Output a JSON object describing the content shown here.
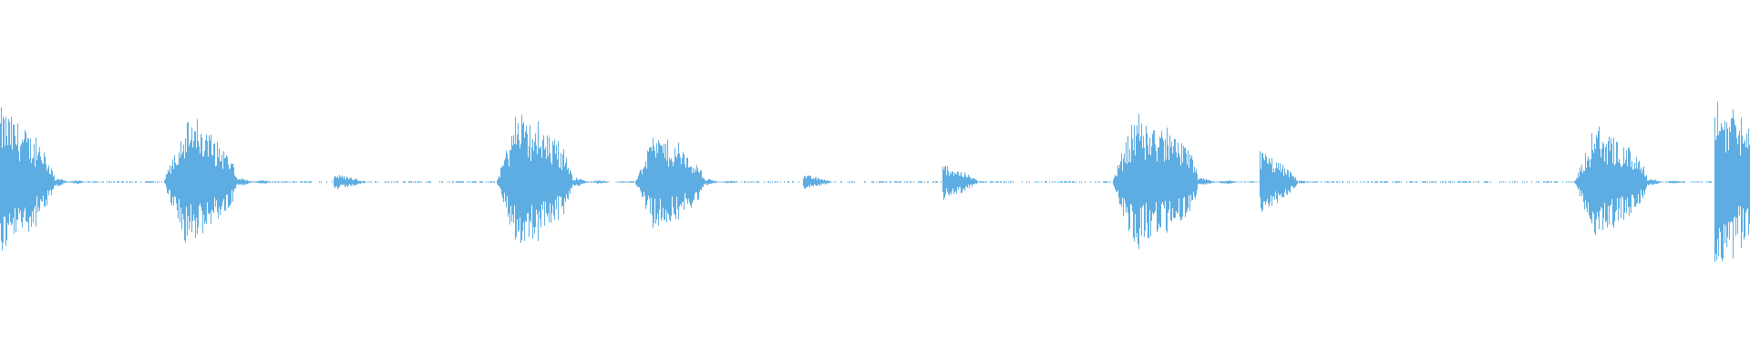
{
  "waveform": {
    "color": "#5dade2",
    "peak_amplitude": 1.0,
    "bursts": [
      {
        "time": 0.0,
        "amplitude": 0.83,
        "decay": 0.55,
        "attack": 0.0
      },
      {
        "time": 0.095,
        "amplitude": 0.8,
        "decay": 0.8,
        "attack": 0.01
      },
      {
        "time": 0.192,
        "amplitude": 0.09,
        "decay": 0.15,
        "attack": 0.0
      },
      {
        "time": 0.285,
        "amplitude": 0.83,
        "decay": 0.85,
        "attack": 0.01
      },
      {
        "time": 0.364,
        "amplitude": 0.62,
        "decay": 0.75,
        "attack": 0.01
      },
      {
        "time": 0.46,
        "amplitude": 0.08,
        "decay": 0.1,
        "attack": 0.0
      },
      {
        "time": 0.54,
        "amplitude": 0.2,
        "decay": 0.2,
        "attack": 0.0
      },
      {
        "time": 0.637,
        "amplitude": 0.76,
        "decay": 1.0,
        "attack": 0.01
      },
      {
        "time": 0.721,
        "amplitude": 0.35,
        "decay": 0.25,
        "attack": 0.0
      },
      {
        "time": 0.901,
        "amplitude": 0.68,
        "decay": 0.8,
        "attack": 0.01
      },
      {
        "time": 0.981,
        "amplitude": 0.92,
        "decay": 0.6,
        "attack": 0.0
      }
    ]
  }
}
